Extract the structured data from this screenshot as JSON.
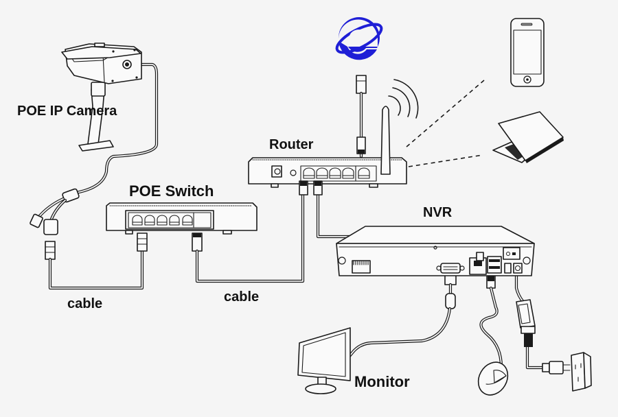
{
  "diagram": {
    "title": "POE IP Camera to NVR network connection diagram",
    "labels": {
      "camera": "POE IP Camera",
      "poe_switch": "POE Switch",
      "router": "Router",
      "nvr": "NVR",
      "monitor": "Monitor",
      "cable_left": "cable",
      "cable_middle": "cable"
    },
    "nodes": [
      {
        "id": "ie",
        "name": "Internet Explorer (Internet)",
        "icon": "internet-explorer-icon"
      },
      {
        "id": "camera",
        "name": "POE IP Camera",
        "icon": "bullet-camera-icon"
      },
      {
        "id": "poe_switch",
        "name": "POE Switch",
        "icon": "network-switch-icon",
        "ports": 5
      },
      {
        "id": "router",
        "name": "Router",
        "icon": "wifi-router-icon",
        "ports": 5
      },
      {
        "id": "nvr",
        "name": "NVR",
        "icon": "nvr-icon"
      },
      {
        "id": "smartphone",
        "name": "Smartphone",
        "icon": "smartphone-icon"
      },
      {
        "id": "laptop",
        "name": "Laptop",
        "icon": "laptop-icon"
      },
      {
        "id": "monitor",
        "name": "Monitor",
        "icon": "monitor-icon"
      },
      {
        "id": "mouse",
        "name": "Mouse",
        "icon": "mouse-icon"
      },
      {
        "id": "power",
        "name": "Power adapter",
        "icon": "power-adapter-icon"
      },
      {
        "id": "outlet",
        "name": "Wall outlet",
        "icon": "wall-outlet-icon"
      }
    ],
    "edges": [
      {
        "from": "camera",
        "to": "poe_switch",
        "type": "cable",
        "label": "cable"
      },
      {
        "from": "poe_switch",
        "to": "router",
        "type": "cable",
        "label": "cable"
      },
      {
        "from": "router",
        "to": "nvr",
        "type": "cable"
      },
      {
        "from": "ie",
        "to": "router",
        "type": "cable"
      },
      {
        "from": "router",
        "to": "smartphone",
        "type": "wireless"
      },
      {
        "from": "router",
        "to": "laptop",
        "type": "wireless"
      },
      {
        "from": "nvr",
        "to": "monitor",
        "type": "VGA cable"
      },
      {
        "from": "nvr",
        "to": "mouse",
        "type": "USB cable"
      },
      {
        "from": "nvr",
        "to": "power",
        "type": "DC cable"
      },
      {
        "from": "power",
        "to": "outlet",
        "type": "AC plug"
      }
    ],
    "colors": {
      "ie_blue": "#1f1fd6",
      "line": "#1a1a1a",
      "background": "#f5f5f5"
    }
  }
}
